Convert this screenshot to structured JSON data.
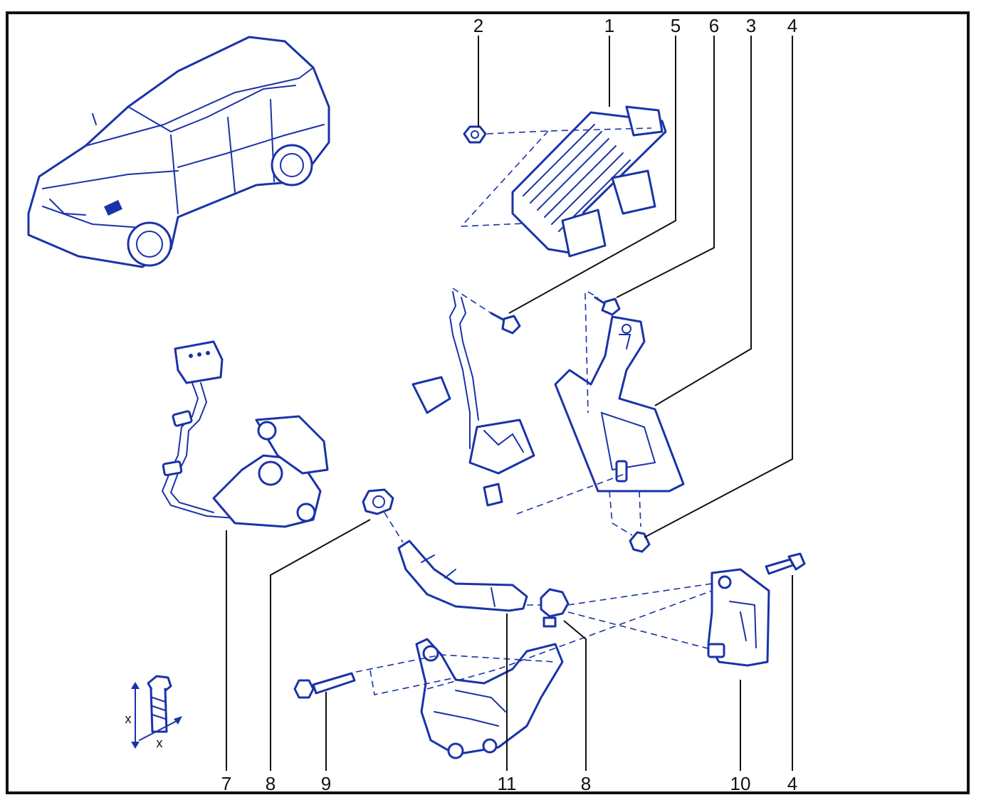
{
  "colors": {
    "ink": "#1a33a8",
    "frame": "#111111"
  },
  "callouts": {
    "c2_top": "2",
    "c1_top": "1",
    "c5_top": "5",
    "c6_top": "6",
    "c3_top": "3",
    "c4_top": "4",
    "c7_bottom": "7",
    "c8_bottom_left": "8",
    "c9_bottom": "9",
    "c11_bottom": "11",
    "c8_bottom_right": "8",
    "c10_bottom": "10",
    "c4_bottom": "4"
  },
  "torque_symbol": {
    "mark_x_left": "x",
    "mark_x_right": "x"
  }
}
